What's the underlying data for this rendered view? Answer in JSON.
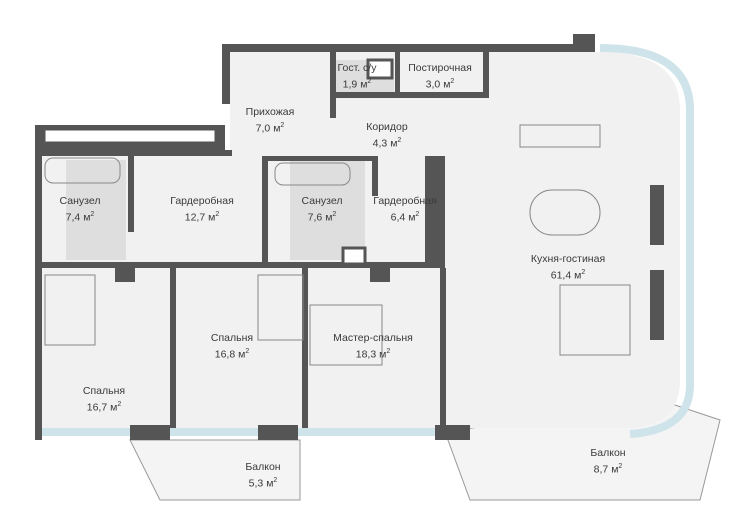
{
  "colors": {
    "wall": "#555555",
    "floor": "#efefef",
    "wet": "#dcdcdc",
    "glass": "#cfe3ea",
    "balcony": "#f4f4f4"
  },
  "area_unit": "м",
  "area_sup": "2",
  "rooms": [
    {
      "name": "Прихожая",
      "area": "7,0"
    },
    {
      "name": "Гост. с/у",
      "area": "1,9"
    },
    {
      "name": "Постирочная",
      "area": "3,0"
    },
    {
      "name": "Коридор",
      "area": "4,3"
    },
    {
      "name": "Санузел",
      "area": "7,4"
    },
    {
      "name": "Гардеробная",
      "area": "12,7"
    },
    {
      "name": "Санузел",
      "area": "7,6"
    },
    {
      "name": "Гардеробная",
      "area": "6,4"
    },
    {
      "name": "Кухня-гостиная",
      "area": "61,4"
    },
    {
      "name": "Спальня",
      "area": "16,8"
    },
    {
      "name": "Мастер-спальня",
      "area": "18,3"
    },
    {
      "name": "Спальня",
      "area": "16,7"
    },
    {
      "name": "Балкон",
      "area": "5,3"
    },
    {
      "name": "Балкон",
      "area": "8,7"
    }
  ]
}
